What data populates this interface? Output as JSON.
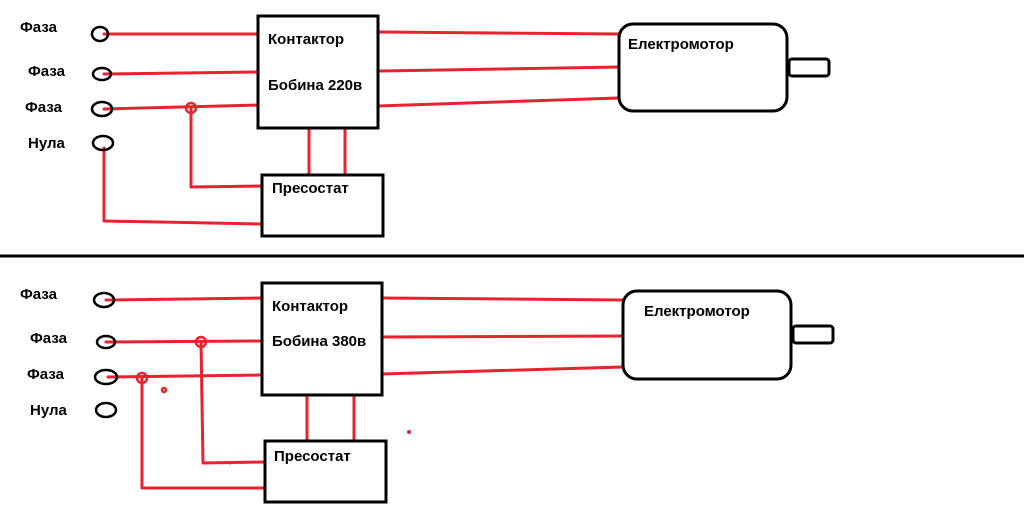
{
  "colors": {
    "wire": "#e8232e",
    "outline": "#000000",
    "background": "#ffffff"
  },
  "top": {
    "terminals": [
      "Фаза",
      "Фаза",
      "Фаза",
      "Нула"
    ],
    "contactor_title": "Контактор",
    "contactor_coil": "Бобина 220в",
    "pressure_switch": "Пресостат",
    "motor": "Електромотор"
  },
  "bottom": {
    "terminals": [
      "Фаза",
      "Фаза",
      "Фаза",
      "Нула"
    ],
    "contactor_title": "Контактор",
    "contactor_coil": "Бобина 380в",
    "pressure_switch": "Пресостат",
    "motor": "Електромотор"
  }
}
